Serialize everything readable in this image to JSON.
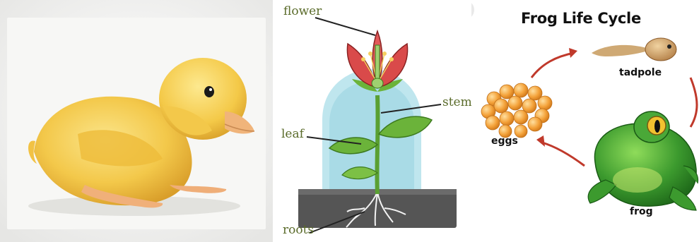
{
  "duck_panel": {
    "background": "#f4f4f2",
    "body_color": "#f3c84a",
    "beak_color": "#f0b47a"
  },
  "plant_diagram": {
    "labels": {
      "flower": "flower",
      "stem": "stem",
      "leaf": "leaf",
      "roots": "roots"
    },
    "colors": {
      "petal": "#d94a4a",
      "leaf": "#6bb33a",
      "stem": "#5aa032",
      "sky": "#a9dbe6",
      "soil": "#555555",
      "label": "#5a6b2a"
    }
  },
  "frog_life_cycle": {
    "title": "Frog Life Cycle",
    "stages": {
      "tadpole": "tadpole",
      "eggs": "eggs",
      "frog": "frog"
    },
    "colors": {
      "arrow": "#c0392b",
      "egg": "#f4a23a",
      "frog": "#3c9a2e",
      "tadpole": "#c79a5c"
    }
  }
}
